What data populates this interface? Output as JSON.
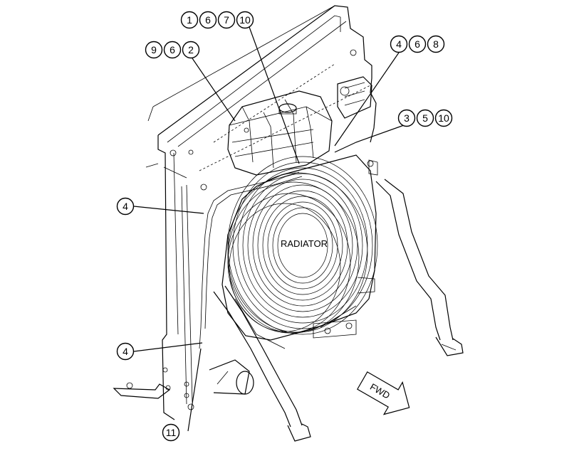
{
  "diagram": {
    "center_label": "RADIATOR",
    "direction_label": "FWD",
    "callout_groups": [
      {
        "name": "callout-group-top-1",
        "numbers": [
          "1",
          "6",
          "7",
          "10"
        ]
      },
      {
        "name": "callout-group-top-2",
        "numbers": [
          "9",
          "6",
          "2"
        ]
      },
      {
        "name": "callout-group-right-1",
        "numbers": [
          "4",
          "6",
          "8"
        ]
      },
      {
        "name": "callout-group-right-2",
        "numbers": [
          "3",
          "5",
          "10"
        ]
      },
      {
        "name": "callout-group-left-1",
        "numbers": [
          "4"
        ]
      },
      {
        "name": "callout-group-left-2",
        "numbers": [
          "4"
        ]
      },
      {
        "name": "callout-group-bottom",
        "numbers": [
          "11"
        ]
      }
    ]
  }
}
